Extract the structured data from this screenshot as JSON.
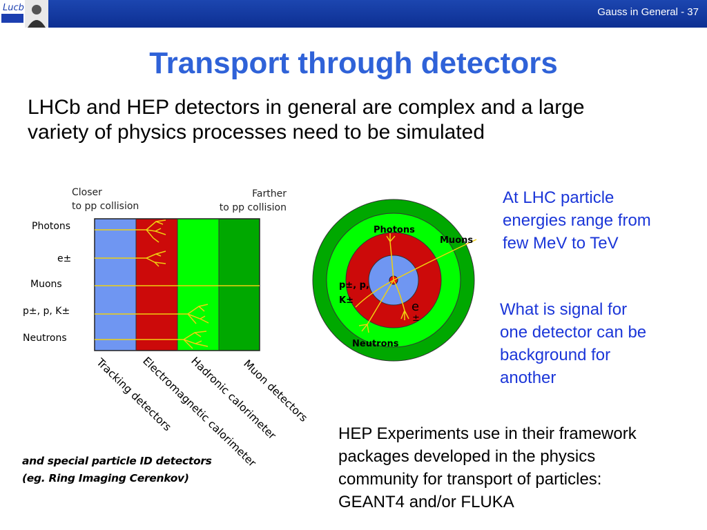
{
  "header": {
    "logo_text": "Lucb",
    "slide_id": "Gauss in General - 37"
  },
  "slide": {
    "title": "Transport through detectors",
    "intro_line1": "LHCb and HEP detectors in general are complex and a large",
    "intro_line2": "variety of physics processes need to be simulated"
  },
  "layered_diagram": {
    "closer_line1": "Closer",
    "closer_line2": "to pp collision",
    "farther_line1": "Farther",
    "farther_line2": "to pp collision",
    "particles": [
      "Photons",
      "e±",
      "Muons",
      "p±, p, K±",
      "Neutrons"
    ],
    "detectors": [
      "Tracking detectors",
      "Electromagnetic calorimeter",
      "Hadronic calorimeter",
      "Muon detectors"
    ],
    "layer_colors": [
      "#6f96f2",
      "#cc0a0a",
      "#00ff00",
      "#00a800"
    ],
    "note_line1": "and special particle ID detectors",
    "note_line2": "(eg. Ring Imaging Cerenkov)"
  },
  "ring_diagram": {
    "photons": "Photons",
    "muons": "Muons",
    "hadrons_line1": "p±, p,",
    "hadrons_line2": "K±",
    "electron": "e",
    "electron_sign": "±",
    "neutrons": "Neutrons"
  },
  "side_notes": {
    "energy_lines": [
      "At LHC particle",
      "energies range from",
      "few MeV to TeV"
    ],
    "signal_lines": [
      "What is signal for",
      "one detector can be",
      "background for",
      "another"
    ],
    "framework_lines": [
      "HEP Experiments use in their framework",
      "packages developed in the  physics",
      "community for transport of particles:",
      "GEANT4 and/or FLUKA"
    ]
  }
}
